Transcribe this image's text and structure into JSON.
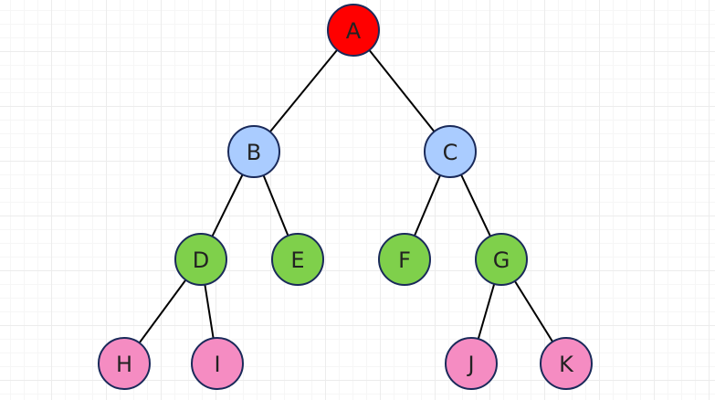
{
  "diagram": {
    "type": "binary-tree",
    "nodes": [
      {
        "id": "A",
        "label": "A",
        "level": 0,
        "color": "#ff0000"
      },
      {
        "id": "B",
        "label": "B",
        "level": 1,
        "color": "#aaccff"
      },
      {
        "id": "C",
        "label": "C",
        "level": 1,
        "color": "#aaccff"
      },
      {
        "id": "D",
        "label": "D",
        "level": 2,
        "color": "#7fd04b"
      },
      {
        "id": "E",
        "label": "E",
        "level": 2,
        "color": "#7fd04b"
      },
      {
        "id": "F",
        "label": "F",
        "level": 2,
        "color": "#7fd04b"
      },
      {
        "id": "G",
        "label": "G",
        "level": 2,
        "color": "#7fd04b"
      },
      {
        "id": "H",
        "label": "H",
        "level": 3,
        "color": "#f58cc2"
      },
      {
        "id": "I",
        "label": "I",
        "level": 3,
        "color": "#f58cc2"
      },
      {
        "id": "J",
        "label": "J",
        "level": 3,
        "color": "#f58cc2"
      },
      {
        "id": "K",
        "label": "K",
        "level": 3,
        "color": "#f58cc2"
      }
    ],
    "edges": [
      {
        "from": "A",
        "to": "B"
      },
      {
        "from": "A",
        "to": "C"
      },
      {
        "from": "B",
        "to": "D"
      },
      {
        "from": "B",
        "to": "E"
      },
      {
        "from": "C",
        "to": "F"
      },
      {
        "from": "C",
        "to": "G"
      },
      {
        "from": "D",
        "to": "H"
      },
      {
        "from": "D",
        "to": "I"
      },
      {
        "from": "G",
        "to": "J"
      },
      {
        "from": "G",
        "to": "K"
      }
    ],
    "node_stroke_color": "#1a2a5a",
    "edge_color": "#000000"
  }
}
